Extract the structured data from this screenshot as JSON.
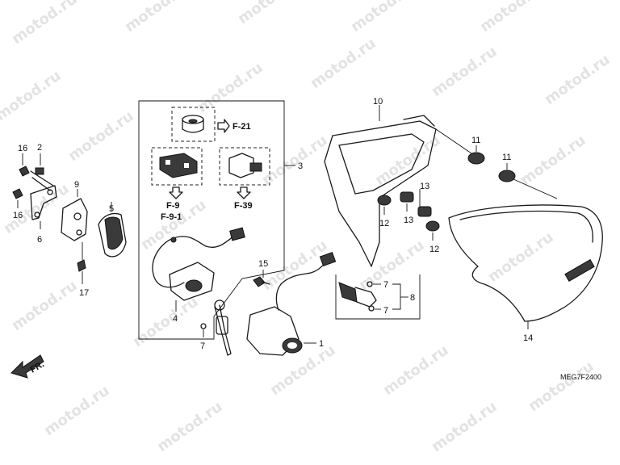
{
  "watermark": "motod.ru",
  "diagram_code": "MEG7F2400",
  "direction": "FR.",
  "callouts": {
    "c1": "1",
    "c2": "2",
    "c3": "3",
    "c4": "4",
    "c5": "5",
    "c6": "6",
    "c7a": "7",
    "c7b": "7",
    "c7c": "7",
    "c8": "8",
    "c9": "9",
    "c10": "10",
    "c11a": "11",
    "c11b": "11",
    "c12a": "12",
    "c12b": "12",
    "c13a": "13",
    "c13b": "13",
    "c14": "14",
    "c15": "15",
    "c16a": "16",
    "c16b": "16",
    "c17": "17"
  },
  "refs": {
    "f21": "F-21",
    "f9": "F-9",
    "f91": "F-9-1",
    "f39": "F-39"
  }
}
